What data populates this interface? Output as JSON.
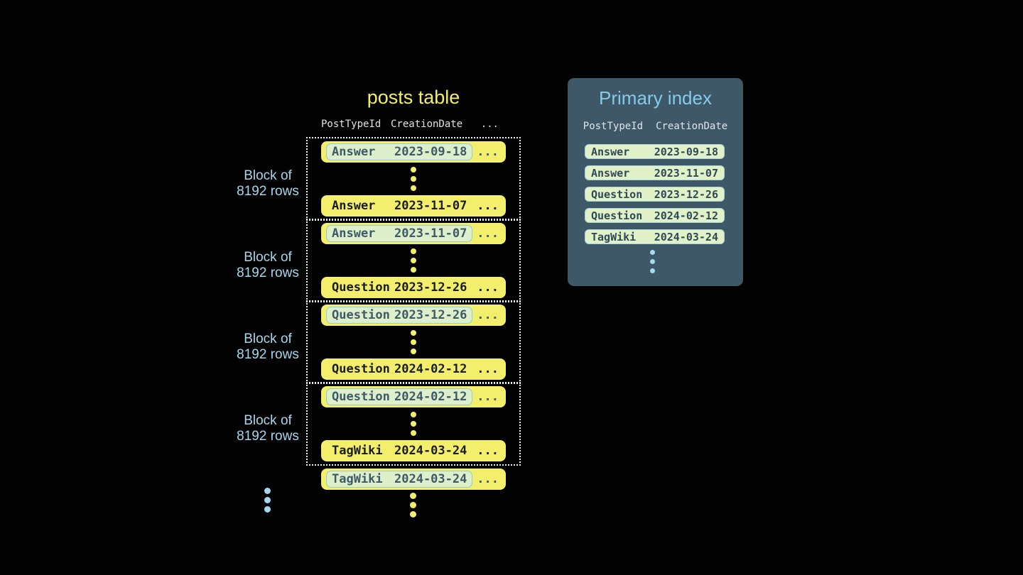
{
  "posts_table": {
    "title": "posts table",
    "columns": [
      "PostTypeId",
      "CreationDate",
      "..."
    ],
    "block_label_line1": "Block of",
    "block_label_line2": "8192 rows",
    "ellipsis": "...",
    "blocks": [
      {
        "first": {
          "type": "Answer",
          "date": "2023-09-18"
        },
        "last": {
          "type": "Answer",
          "date": "2023-11-07"
        }
      },
      {
        "first": {
          "type": "Answer",
          "date": "2023-11-07"
        },
        "last": {
          "type": "Question",
          "date": "2023-12-26"
        }
      },
      {
        "first": {
          "type": "Question",
          "date": "2023-12-26"
        },
        "last": {
          "type": "Question",
          "date": "2024-02-12"
        }
      },
      {
        "first": {
          "type": "Question",
          "date": "2024-02-12"
        },
        "last": {
          "type": "TagWiki",
          "date": "2024-03-24"
        }
      }
    ],
    "tail_row": {
      "type": "TagWiki",
      "date": "2024-03-24"
    }
  },
  "primary_index": {
    "title": "Primary index",
    "columns": [
      "PostTypeId",
      "CreationDate"
    ],
    "rows": [
      {
        "type": "Answer",
        "date": "2023-09-18"
      },
      {
        "type": "Answer",
        "date": "2023-11-07"
      },
      {
        "type": "Question",
        "date": "2023-12-26"
      },
      {
        "type": "Question",
        "date": "2024-02-12"
      },
      {
        "type": "TagWiki",
        "date": "2024-03-24"
      }
    ]
  },
  "colors": {
    "background": "#020202",
    "row_yellow": "#f3ef6c",
    "row_text_dark": "#1a1d1e",
    "highlight_green": "#deefcb",
    "highlight_border_blue": "#8fcbdf",
    "highlight_text_slate": "#3e5a68",
    "panel_slate": "#3e5867",
    "panel_title_blue": "#84cce9",
    "block_label_blue": "#a7d6ea",
    "index_row_green": "#e2f2c8",
    "index_row_text": "#2e4a59",
    "header_text_gray": "#dde3e7",
    "dotted_border_white": "#e7f2f7"
  }
}
